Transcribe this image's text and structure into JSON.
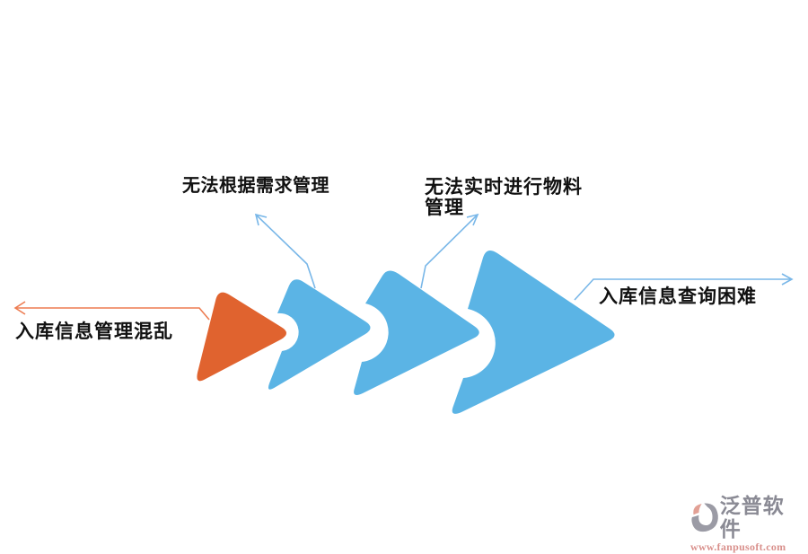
{
  "diagram": {
    "type": "process-chevron-diagram",
    "stages": [
      {
        "label": "入库信息管理混乱",
        "color": "#E0632F",
        "shape": "rounded-triangle"
      },
      {
        "label": "无法根据需求管理",
        "color": "#5BB4E5",
        "shape": "chevron"
      },
      {
        "label": "无法实时进行物料\n管理",
        "color": "#5BB4E5",
        "shape": "chevron"
      },
      {
        "label": "入库信息查询困难",
        "color": "#5BB4E5",
        "shape": "chevron"
      }
    ]
  },
  "colors": {
    "background": "#FFFFFF",
    "orange_shape": "#E0632F",
    "blue_shape": "#5BB4E5",
    "orange_line": "#ED7C51",
    "blue_line": "#79B7E8",
    "label_text": "#111111"
  },
  "logo": {
    "icon": "fanpu-swirl-icon",
    "name": "泛普软件",
    "url": "www.fanpusoft.com",
    "name_color": "#8A8A94",
    "url_color": "#D9908C",
    "icon_gray": "#9B9BA5",
    "icon_accent": "#E2A095"
  }
}
